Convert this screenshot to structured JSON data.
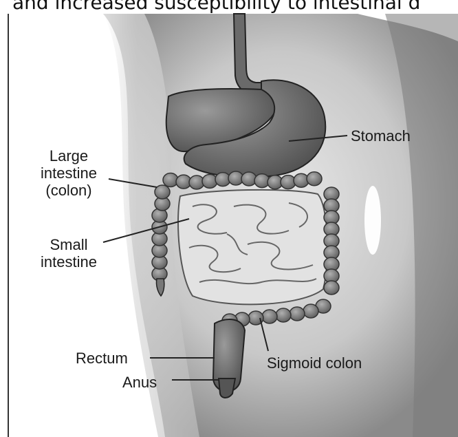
{
  "header": {
    "caption_fragment": "and increased susceptibility to intestinal d"
  },
  "labels": {
    "stomach": "Stomach",
    "large_intestine_line1": "Large",
    "large_intestine_line2": "intestine",
    "large_intestine_line3": "(colon)",
    "small_intestine_line1": "Small",
    "small_intestine_line2": "intestine",
    "rectum": "Rectum",
    "anus": "Anus",
    "sigmoid_colon": "Sigmoid colon"
  }
}
